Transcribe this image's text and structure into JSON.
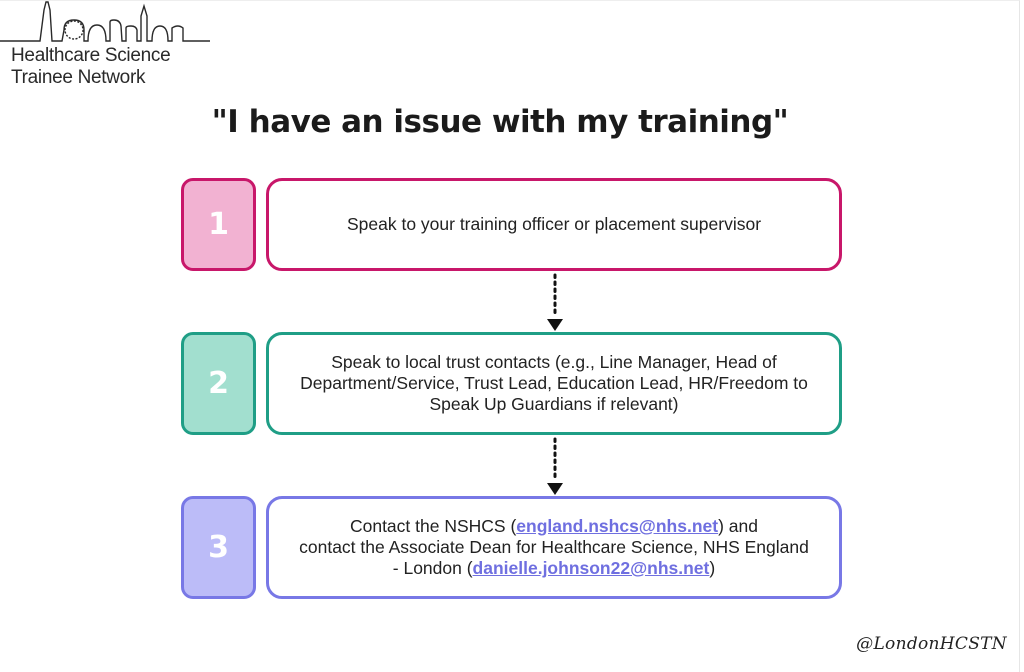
{
  "logo": {
    "wordmark": "London",
    "line1": "Healthcare Science",
    "line2": "Trainee Network"
  },
  "title": "\"I have an issue with my training\"",
  "steps": [
    {
      "number": "1",
      "text": "Speak to your training officer or placement supervisor",
      "border_color": "#c8176a",
      "fill_color": "#f2b2d2"
    },
    {
      "number": "2",
      "line1": "Speak to local trust contacts (e.g., Line Manager, Head of",
      "line2": "Department/Service, Trust Lead, Education Lead, HR/Freedom to",
      "line3": "Speak Up Guardians if relevant)",
      "border_color": "#1f9e86",
      "fill_color": "#a2dfcf"
    },
    {
      "number": "3",
      "line1_pre": "Contact the NSHCS (",
      "email1": "england.nshcs@nhs.net",
      "line1_post": ") and",
      "line2": "contact the Associate Dean for Healthcare Science, NHS England",
      "line3_pre": "- London (",
      "email2": "danielle.johnson22@nhs.net",
      "line3_post": ")",
      "border_color": "#7878e6",
      "fill_color": "#bcbcf8"
    }
  ],
  "handle": "@LondonHCSTN",
  "colors": {
    "link": "#6f6fe0",
    "arrow": "#111111"
  }
}
